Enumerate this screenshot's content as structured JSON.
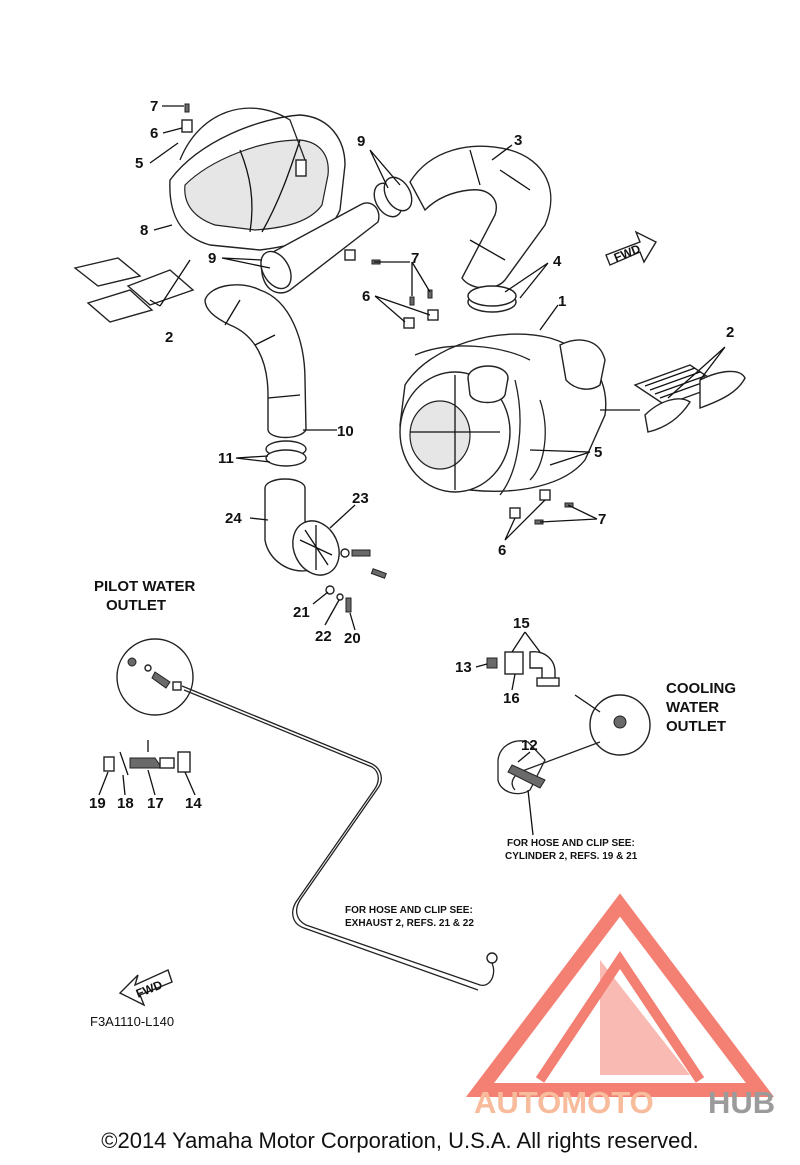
{
  "labels": {
    "n1": "1",
    "n2a": "2",
    "n2b": "2",
    "n3": "3",
    "n4": "4",
    "n5a": "5",
    "n5b": "5",
    "n6a": "6",
    "n6b": "6",
    "n6c": "6",
    "n7a": "7",
    "n7b": "7",
    "n7c": "7",
    "n8": "8",
    "n9a": "9",
    "n9b": "9",
    "n10": "10",
    "n11": "11",
    "n12": "12",
    "n13": "13",
    "n14": "14",
    "n15": "15",
    "n16": "16",
    "n17": "17",
    "n18": "18",
    "n19": "19",
    "n20": "20",
    "n21": "21",
    "n22": "22",
    "n23": "23",
    "n24": "24"
  },
  "callouts": {
    "pilot_water_outlet_1": "PILOT WATER",
    "pilot_water_outlet_2": "OUTLET",
    "cooling_water_outlet_1": "COOLING",
    "cooling_water_outlet_2": "WATER",
    "cooling_water_outlet_3": "OUTLET",
    "note_cylinder_1": "FOR HOSE AND CLIP SEE:",
    "note_cylinder_2": "CYLINDER 2, REFS. 19 & 21",
    "note_exhaust_1": "FOR HOSE AND CLIP SEE:",
    "note_exhaust_2": "EXHAUST 2, REFS. 21 & 22"
  },
  "fwd_label": "FWD",
  "diagram_code": "F3A1110-L140",
  "watermark": {
    "text_part1": "AUTOMOTO",
    "text_part2": "HUB",
    "color_primary": "#f26b5b",
    "color_secondary": "#f7b08a",
    "color_dark": "#8a8a8a"
  },
  "copyright": "©2014 Yamaha Motor Corporation, U.S.A. All rights reserved."
}
